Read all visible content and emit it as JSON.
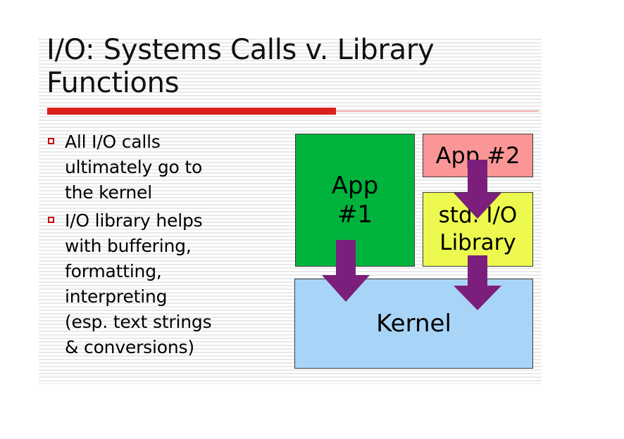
{
  "slide": {
    "title": "I/O: Systems Calls v. Library\nFunctions",
    "accent_color": "#d9201c",
    "accent_color_light": "#f3b0ac",
    "background": "#ffffff"
  },
  "bullets": [
    {
      "marker": "square-outline-bullet",
      "text": "All I/O calls\nultimately go to\nthe kernel"
    },
    {
      "marker": "square-outline-bullet",
      "text": "I/O library helps\nwith buffering,\n formatting,\ninterpreting\n (esp. text strings\n & conversions)"
    }
  ],
  "diagram": {
    "nodes": [
      {
        "id": "app1",
        "label": "App\n#1",
        "color": "#00b33c"
      },
      {
        "id": "app2",
        "label": "App #2",
        "color": "#fa9696"
      },
      {
        "id": "stdio",
        "label": "std. I/O\nLibrary",
        "color": "#edf94f"
      },
      {
        "id": "kernel",
        "label": "Kernel",
        "color": "#a8d5f7"
      }
    ],
    "arrows": [
      {
        "id": "app1-to-kernel",
        "from": "app1",
        "to": "kernel",
        "color": "#7c1e7c"
      },
      {
        "id": "app2-to-stdio",
        "from": "app2",
        "to": "stdio",
        "color": "#7c1e7c"
      },
      {
        "id": "stdio-to-kernel",
        "from": "stdio",
        "to": "kernel",
        "color": "#7c1e7c"
      }
    ]
  }
}
